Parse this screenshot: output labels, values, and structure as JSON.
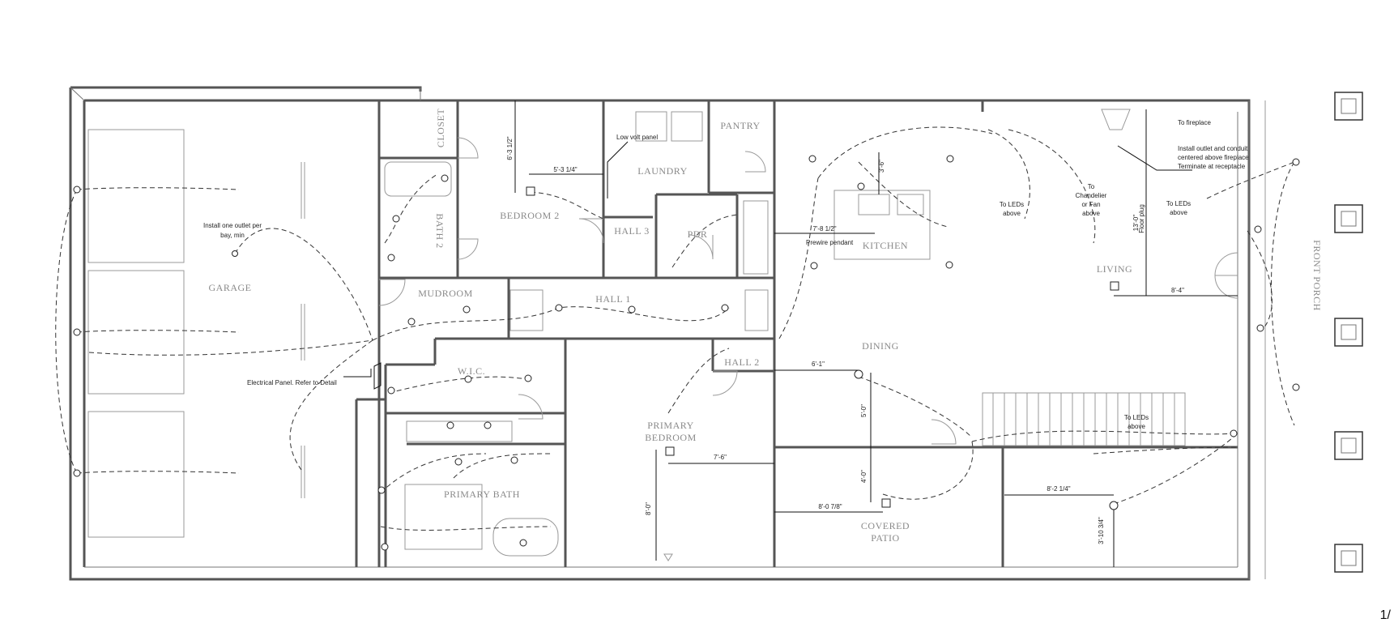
{
  "rooms": {
    "garage": "GARAGE",
    "closet": "CLOSET",
    "bath2": "BATH 2",
    "bedroom2": "BEDROOM 2",
    "laundry": "LAUNDRY",
    "pantry": "PANTRY",
    "hall3": "HALL 3",
    "pdr": "PDR",
    "kitchen": "KITCHEN",
    "living": "LIVING",
    "front_porch": "FRONT PORCH",
    "mudroom": "MUDROOM",
    "hall1": "HALL 1",
    "hall2": "HALL 2",
    "wic": "W.I.C.",
    "primary_bedroom_1": "PRIMARY",
    "primary_bedroom_2": "BEDROOM",
    "primary_bath": "PRIMARY BATH",
    "dining": "DINING",
    "covered_patio_1": "COVERED",
    "covered_patio_2": "PATIO"
  },
  "notes": {
    "garage_outlet_1": "Install one outlet per",
    "garage_outlet_2": "bay, min",
    "electrical_panel": "Electrical Panel. Refer to Detail",
    "low_volt": "Low volt panel",
    "prewire": "Prewire pendant",
    "to_fireplace": "To fireplace",
    "fireplace_1": "Install outlet and conduit",
    "fireplace_2": "centered above fireplace",
    "fireplace_3": "Terminate at receptacle",
    "leds_kitchen_1": "To LEDs",
    "leds_kitchen_2": "above",
    "chandelier_1": "To",
    "chandelier_2": "Chandelier",
    "chandelier_3": "or Fan",
    "chandelier_4": "above",
    "leds_living_1": "To LEDs",
    "leds_living_2": "above",
    "leds_stair_1": "To LEDs",
    "leds_stair_2": "above",
    "floor_plug": "Floor plug"
  },
  "dimensions": {
    "bed2_vert": "6'-3 1/2\"",
    "bed2_horiz": "5'-3 1/4\"",
    "kitchen_pendant": "7'-8 1/2\"",
    "kitchen_vert": "3'-6\"",
    "living_vert": "13'-0\"",
    "living_horiz": "8'-4\"",
    "dining_horiz": "6'-1\"",
    "dining_vert1": "5'-0\"",
    "dining_vert2": "4'-0\"",
    "patio_horiz": "8'-0 7/8\"",
    "primary_horiz": "7'-6\"",
    "primary_vert": "8'-0\"",
    "porch_horiz": "8'-2 1/4\"",
    "porch_vert": "3'-10 3/4\""
  },
  "page_number": "1/"
}
